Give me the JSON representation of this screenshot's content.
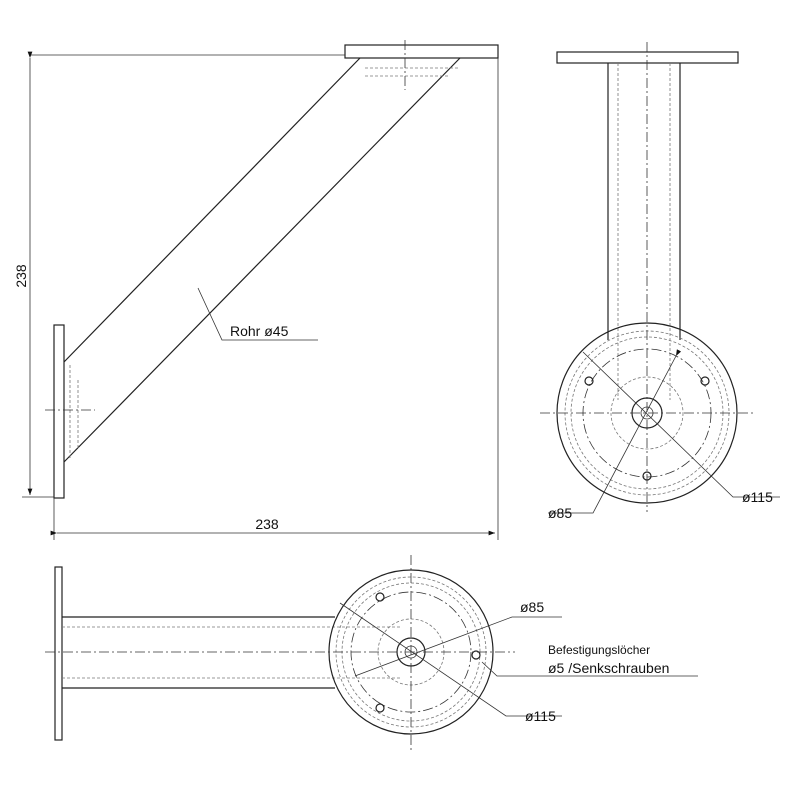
{
  "side_view": {
    "height_dim": "238",
    "width_dim": "238",
    "tube_label": "Rohr ø45"
  },
  "front_view": {
    "inner_dia_label": "ø85",
    "outer_dia_label": "ø115"
  },
  "top_view": {
    "inner_dia_label": "ø85",
    "holes_label": "Befestigungslöcher",
    "holes_spec": "ø5 /Senkschrauben",
    "outer_dia_label": "ø115"
  }
}
